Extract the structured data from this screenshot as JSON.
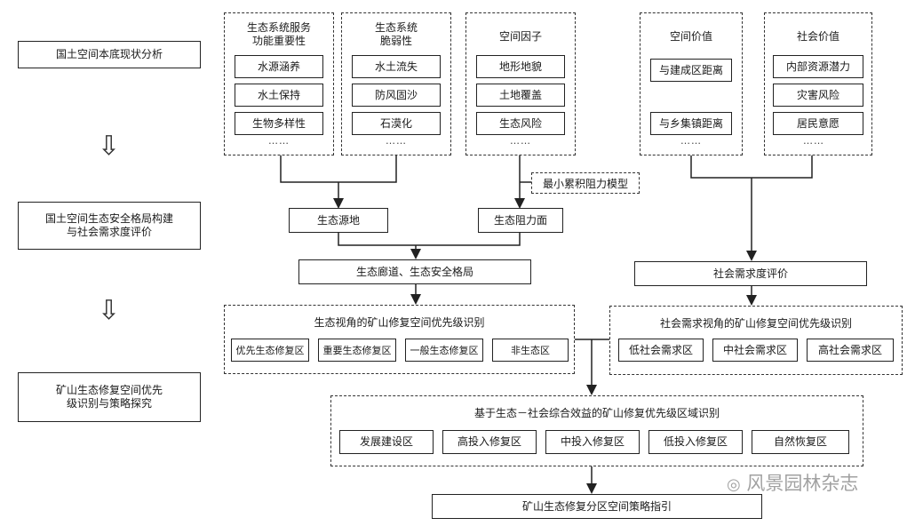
{
  "left": {
    "step1": "国土空间本底现状分析",
    "step2": "国土空间生态安全格局构建\n与社会需求度评价",
    "step3": "矿山生态修复空间优先\n级识别与策略探究"
  },
  "ecosystem_importance": {
    "title": "生态系统服务\n功能重要性",
    "items": [
      "水源涵养",
      "水土保持",
      "生物多样性"
    ],
    "more": "……"
  },
  "ecosystem_sensitivity": {
    "title": "生态系统\n脆弱性",
    "items": [
      "水土流失",
      "防风固沙",
      "石漠化"
    ],
    "more": "……"
  },
  "spatial_factors": {
    "title": "空间因子",
    "items": [
      "地形地貌",
      "土地覆盖",
      "生态风险"
    ],
    "more": "……"
  },
  "spatial_value": {
    "title": "空间价值",
    "items": [
      "与建成区距离",
      "与乡集镇距离"
    ],
    "more": "……"
  },
  "social_value": {
    "title": "社会价值",
    "items": [
      "内部资源潜力",
      "灾害风险",
      "居民意愿"
    ],
    "more": "……"
  },
  "mcr_model": "最小累积阻力模型",
  "eco_source": "生态源地",
  "eco_resistance": "生态阻力面",
  "eco_pattern": "生态廊道、生态安全格局",
  "social_eval": "社会需求度评价",
  "eco_priority": {
    "title": "生态视角的矿山修复空间优先级识别",
    "items": [
      "优先生态修复区",
      "重要生态修复区",
      "一般生态修复区",
      "非生态区"
    ]
  },
  "social_priority": {
    "title": "社会需求视角的矿山修复空间优先级识别",
    "items": [
      "低社会需求区",
      "中社会需求区",
      "高社会需求区"
    ]
  },
  "combined": {
    "title": "基于生态－社会综合效益的矿山修复优先级区域识别",
    "items": [
      "发展建设区",
      "高投入修复区",
      "中投入修复区",
      "低投入修复区",
      "自然恢复区"
    ]
  },
  "final": "矿山生态修复分区空间策略指引",
  "watermark": "风景园林杂志"
}
